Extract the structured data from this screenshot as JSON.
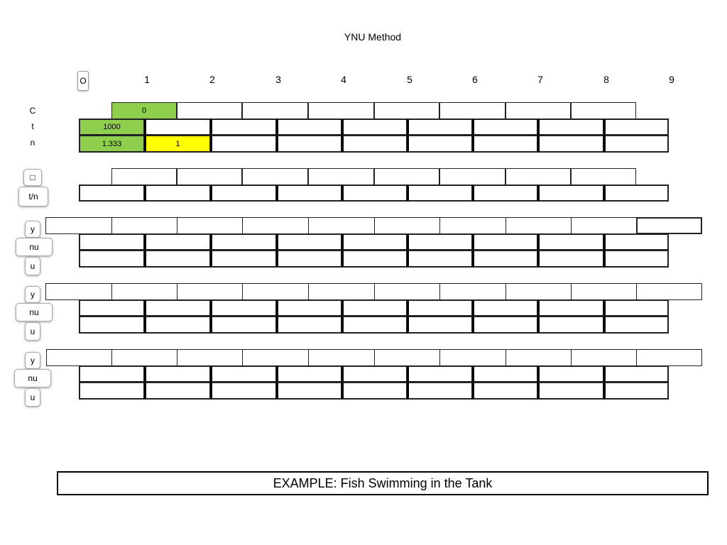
{
  "title": "YNU Method",
  "columns": [
    "O",
    "1",
    "2",
    "3",
    "4",
    "5",
    "6",
    "7",
    "8",
    "9"
  ],
  "rows": {
    "c_label": "C",
    "t_label": "t",
    "n_label": "n",
    "c_first": "0",
    "t_first": "1000",
    "n_first": "1.333",
    "n_second": "1",
    "blank_label": "□",
    "tn_label": "t/n",
    "y_label": "y",
    "nu_label": "nu",
    "u_label": "u"
  },
  "example": "EXAMPLE:   Fish Swimming in the Tank",
  "colors": {
    "green": "#8ecf4d",
    "yellow": "#ffff00"
  }
}
